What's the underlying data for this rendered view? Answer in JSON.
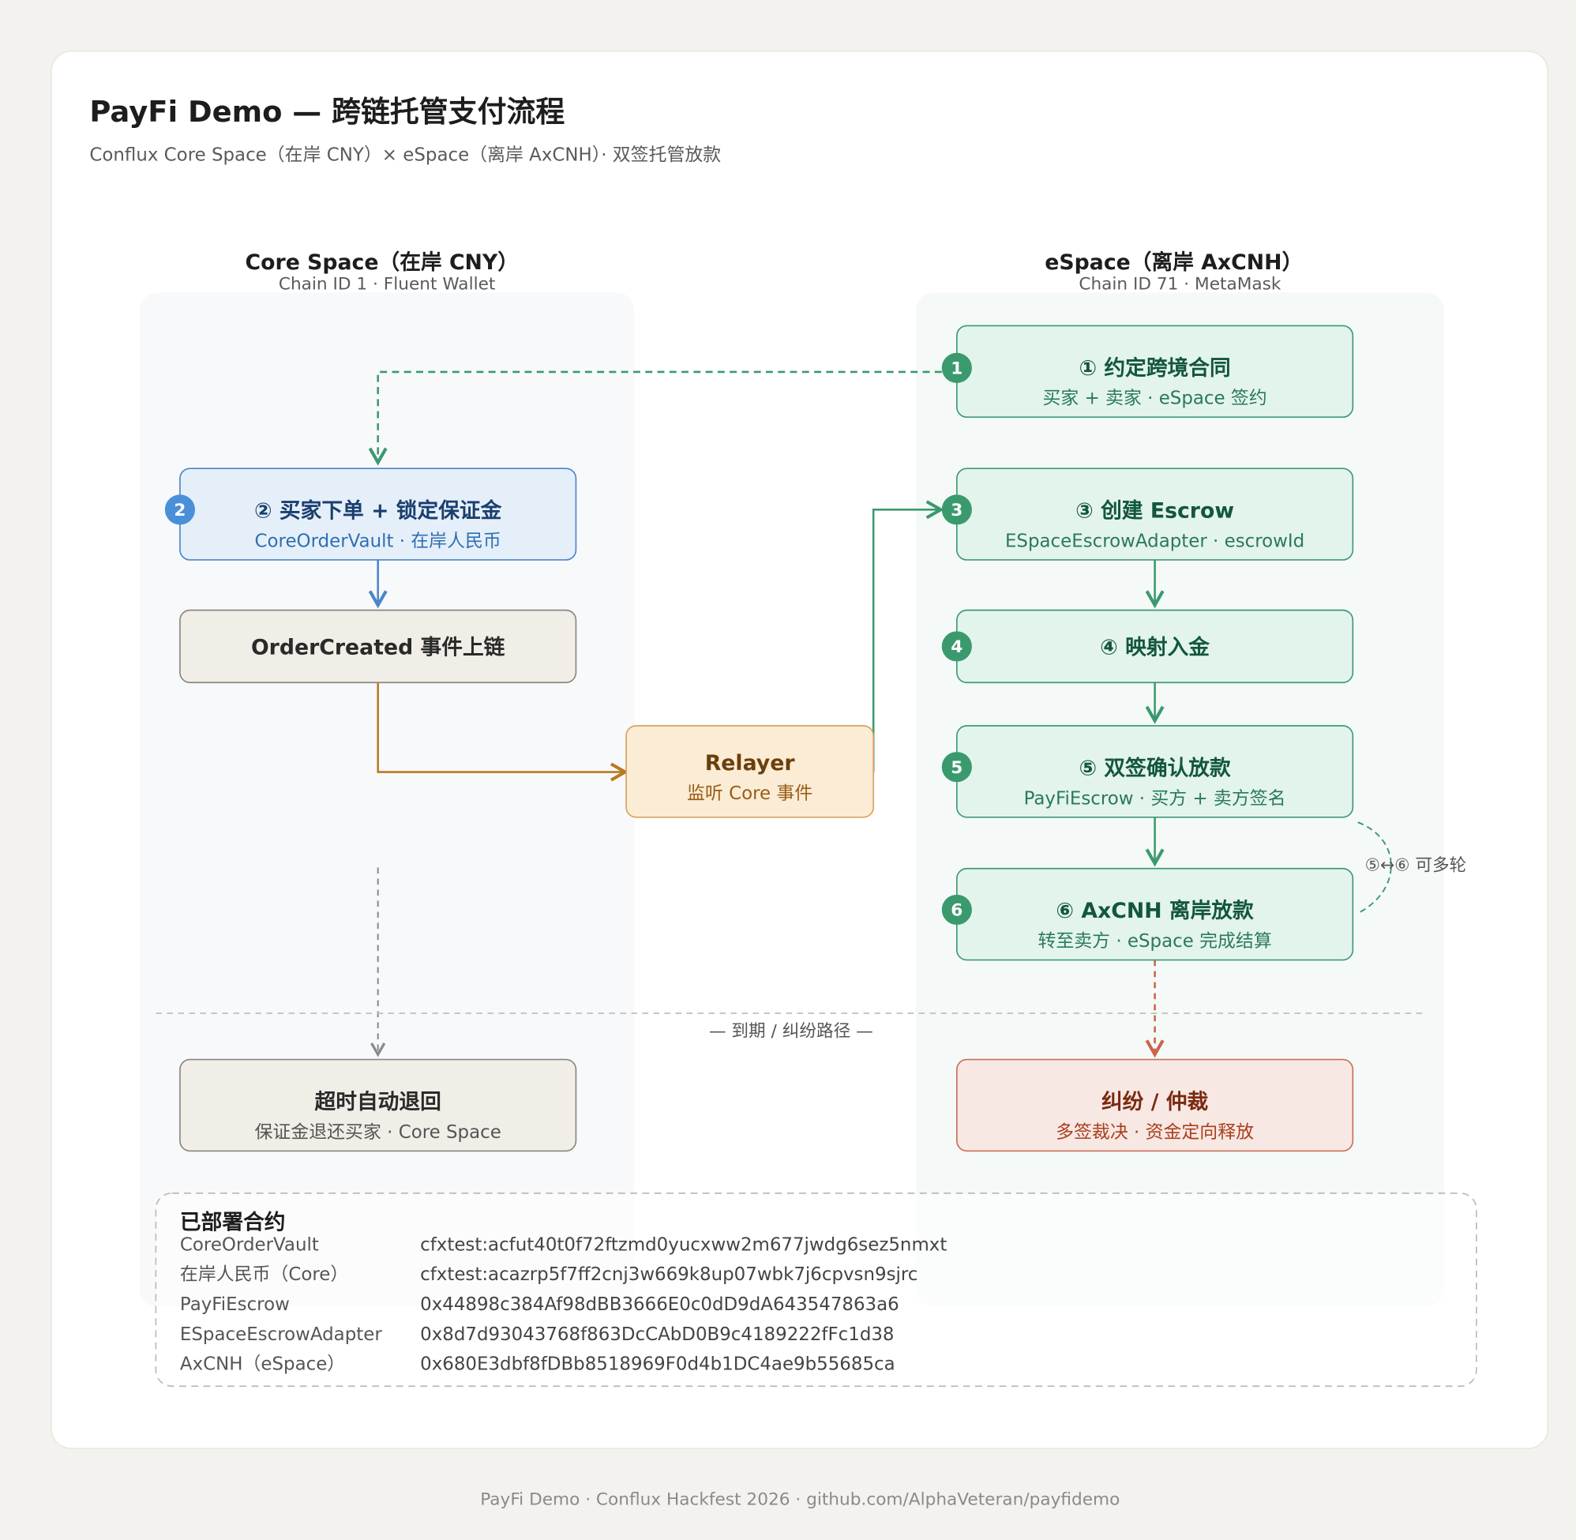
{
  "header": {
    "title": "PayFi Demo — 跨链托管支付流程",
    "subtitle": "Conflux Core Space（在岸 CNY）× eSpace（离岸 AxCNH）· 双签托管放款"
  },
  "lanes": {
    "core": {
      "title": "Core Space（在岸 CNY）",
      "subtitle": "Chain ID 1 · Fluent Wallet"
    },
    "espace": {
      "title": "eSpace（离岸 AxCNH）",
      "subtitle": "Chain ID 71 · MetaMask"
    }
  },
  "nodes": {
    "step1": {
      "badge": "1",
      "title": "① 约定跨境合同",
      "subtitle": "买家 + 卖家 · eSpace 签约"
    },
    "step2": {
      "badge": "2",
      "title": "② 买家下单 + 锁定保证金",
      "subtitle": "CoreOrderVault · 在岸人民币"
    },
    "order_created": {
      "title": "OrderCreated 事件上链"
    },
    "relayer": {
      "title": "Relayer",
      "subtitle": "监听 Core 事件"
    },
    "step3": {
      "badge": "3",
      "title": "③ 创建 Escrow",
      "subtitle": "ESpaceEscrowAdapter · escrowId"
    },
    "step4": {
      "badge": "4",
      "title": "④ 映射入金"
    },
    "step5": {
      "badge": "5",
      "title": "⑤ 双签确认放款",
      "subtitle": "PayFiEscrow · 买方 + 卖方签名"
    },
    "step6": {
      "badge": "6",
      "title": "⑥ AxCNH 离岸放款",
      "subtitle": "转至卖方 · eSpace 完成结算"
    },
    "timeout": {
      "title": "超时自动退回",
      "subtitle": "保证金退还买家 · Core Space"
    },
    "dispute": {
      "title": "纠纷 / 仲裁",
      "subtitle": "多签裁决 · 资金定向释放"
    }
  },
  "loop_label": "⑤↔⑥ 可多轮",
  "separator_label": "— 到期 / 纠纷路径 —",
  "contracts": {
    "title": "已部署合约",
    "rows": [
      {
        "name": "CoreOrderVault",
        "address": "cfxtest:acfut40t0f72ftzmd0yucxww2m677jwdg6sez5nmxt"
      },
      {
        "name": "在岸人民币（Core）",
        "address": "cfxtest:acazrp5f7ff2cnj3w669k8up07wbk7j6cpvsn9sjrc"
      },
      {
        "name": "PayFiEscrow",
        "address": "0x44898c384Af98dBB3666E0c0dD9dA643547863a6"
      },
      {
        "name": "ESpaceEscrowAdapter",
        "address": "0x8d7d93043768f863DcCAbD0B9c4189222fFc1d38"
      },
      {
        "name": "AxCNH（eSpace）",
        "address": "0x680E3dbf8fDBb8518969F0d4b1DC4ae9b55685ca"
      }
    ]
  },
  "footer": "PayFi Demo · Conflux Hackfest 2026 · github.com/AlphaVeteran/payfidemo",
  "colors": {
    "green": "#3a9a6e",
    "blue": "#4a90d9",
    "orange": "#b87a22",
    "red": "#c8664a",
    "gray": "#8a8680"
  }
}
